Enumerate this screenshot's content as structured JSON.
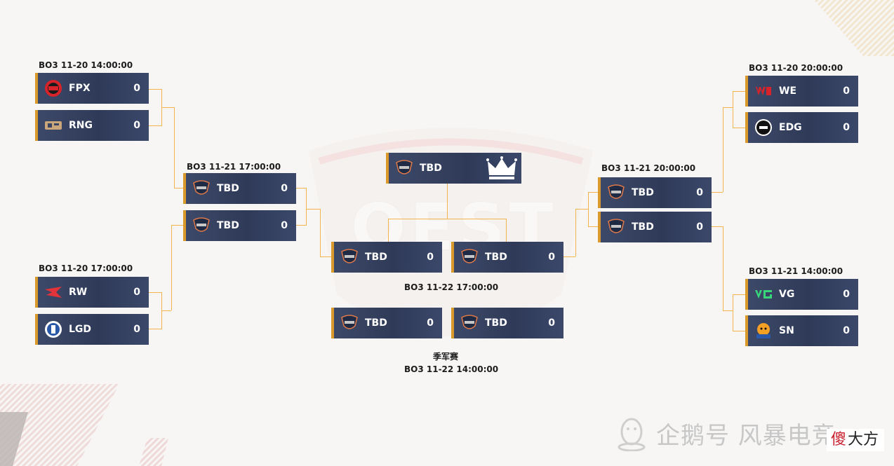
{
  "matches": {
    "m_l1": {
      "label": "BO3 11-20 14:00:00"
    },
    "m_l2": {
      "label": "BO3 11-20 17:00:00"
    },
    "m_l3": {
      "label": "BO3 11-21 17:00:00"
    },
    "m_r1": {
      "label": "BO3 11-20 20:00:00"
    },
    "m_r2": {
      "label": "BO3 11-21 14:00:00"
    },
    "m_r3": {
      "label": "BO3 11-21 20:00:00"
    },
    "semi": {
      "label": "BO3 11-22 17:00:00"
    },
    "third": {
      "title": "季军赛",
      "label": "BO3 11-22 14:00:00"
    }
  },
  "slots": {
    "fpx": {
      "team": "FPX",
      "score": "0"
    },
    "rng": {
      "team": "RNG",
      "score": "0"
    },
    "rw": {
      "team": "RW",
      "score": "0"
    },
    "lgd": {
      "team": "LGD",
      "score": "0"
    },
    "l3a": {
      "team": "TBD",
      "score": "0"
    },
    "l3b": {
      "team": "TBD",
      "score": "0"
    },
    "we": {
      "team": "WE",
      "score": "0"
    },
    "edg": {
      "team": "EDG",
      "score": "0"
    },
    "vg": {
      "team": "VG",
      "score": "0"
    },
    "sn": {
      "team": "SN",
      "score": "0"
    },
    "r3a": {
      "team": "TBD",
      "score": "0"
    },
    "r3b": {
      "team": "TBD",
      "score": "0"
    },
    "sfa": {
      "team": "TBD",
      "score": "0"
    },
    "sfb": {
      "team": "TBD",
      "score": "0"
    },
    "tpa": {
      "team": "TBD",
      "score": "0"
    },
    "tpb": {
      "team": "TBD",
      "score": "0"
    }
  },
  "champion": {
    "team": "TBD"
  },
  "watermark": {
    "brand": "OEST",
    "text": "企鹅号 风暴电竞",
    "badge_1": "傻",
    "badge_2": "大方"
  },
  "colors": {
    "slot_bg": "#2f3a58",
    "accent": "#d99a2b",
    "connector": "#f2b44c"
  }
}
